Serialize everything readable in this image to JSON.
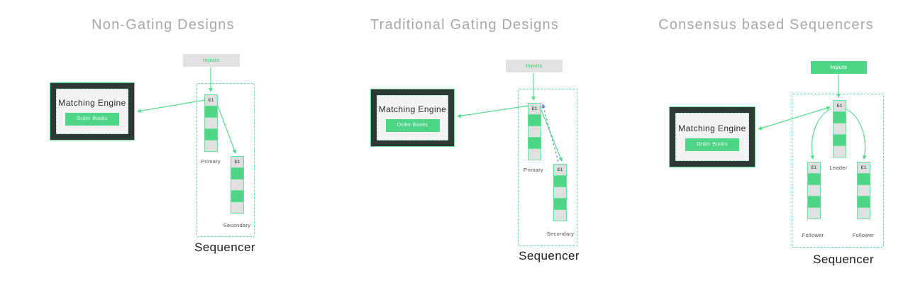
{
  "shared": {
    "e1_label": "E1",
    "colors": {
      "green": "#4ed588",
      "green_border": "#6fdf9e",
      "green_dashed": "#5ede9c",
      "arrow_green": "#57d990",
      "gray_cell": "#e0e0e0",
      "gray_box": "#e2e2e2",
      "dark_frame": "#2e3936",
      "title_gray": "#a4a8ab",
      "blue_dashed": "#6e7ee1"
    }
  },
  "panels": [
    {
      "title": "Non-Gating Designs",
      "inputs_label": "Inputs",
      "engine": {
        "title": "Matching Engine",
        "button": "Order Books"
      },
      "stacks": [
        {
          "label": "Primary",
          "cells": [
            "e1",
            "green",
            "gray",
            "green",
            "gray"
          ]
        },
        {
          "label": "Secondary",
          "cells": [
            "e1",
            "green",
            "gray",
            "green",
            "gray"
          ]
        }
      ],
      "sequencer_label": "Sequencer"
    },
    {
      "title": "Traditional Gating Designs",
      "inputs_label": "Inputs",
      "engine": {
        "title": "Matching Engine",
        "button": "Order Books"
      },
      "stacks": [
        {
          "label": "Primary",
          "cells": [
            "e1",
            "green",
            "gray",
            "green",
            "gray"
          ]
        },
        {
          "label": "Secondary",
          "cells": [
            "e1",
            "green",
            "gray",
            "green",
            "gray"
          ]
        }
      ],
      "sequencer_label": "Sequencer"
    },
    {
      "title": "Consensus based Sequencers",
      "inputs_label": "Inputs",
      "engine": {
        "title": "Matching Engine",
        "button": "Order Books"
      },
      "stacks": [
        {
          "label": "Leader",
          "cells": [
            "e1",
            "green",
            "gray",
            "green",
            "gray"
          ]
        },
        {
          "label": "Follower",
          "cells": [
            "e1",
            "green",
            "gray",
            "green",
            "gray"
          ]
        },
        {
          "label": "Follower",
          "cells": [
            "e1",
            "green",
            "gray",
            "green",
            "gray"
          ]
        }
      ],
      "sequencer_label": "Sequencer"
    }
  ]
}
